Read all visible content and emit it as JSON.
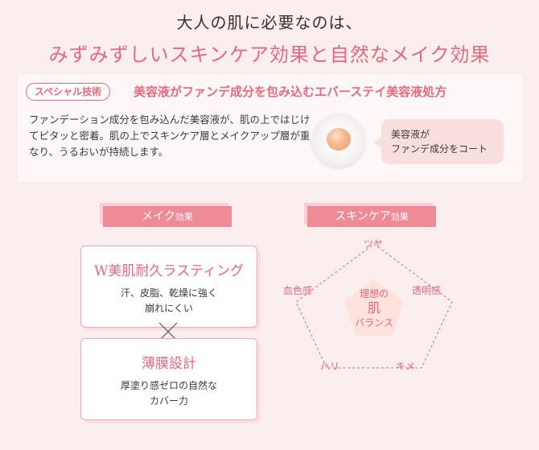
{
  "headline": {
    "line1": "大人の肌に必要なのは、",
    "line2": "みずみずしいスキンケア効果と自然なメイク効果"
  },
  "special_tech": {
    "badge": "スペシャル技術",
    "title": "美容液がファンデ成分を包み込むエバーステイ美容液処方",
    "body": "ファンデーション成分を包み込んだ美容液が、肌の上ではじけてピタッと密着。肌の上でスキンケア層とメイクアップ層が重なり、うるおいが持続します。",
    "bubble_line1": "美容液が",
    "bubble_line2": "ファンデ成分をコート"
  },
  "makeup_effect": {
    "tab_main": "メイク",
    "tab_suffix": "効果",
    "card1_title": "W美肌耐久ラスティング",
    "card1_line1": "汗、皮脂、乾燥に強く",
    "card1_line2": "崩れにくい",
    "card2_title": "薄膜設計",
    "card2_line1": "厚塗り感ゼロの自然な",
    "card2_line2": "カバー力"
  },
  "skincare_effect": {
    "tab_main": "スキンケア",
    "tab_suffix": "効果",
    "vertices": [
      "ツヤ",
      "透明感",
      "キメ",
      "ハリ",
      "血色感"
    ],
    "center_line1": "理想の",
    "center_line2": "肌",
    "center_line3": "バランス"
  },
  "colors": {
    "accent": "#e36a7c",
    "tab": "#ef8a97",
    "panel": "#fdf7f7",
    "background": "#fbeeee"
  }
}
